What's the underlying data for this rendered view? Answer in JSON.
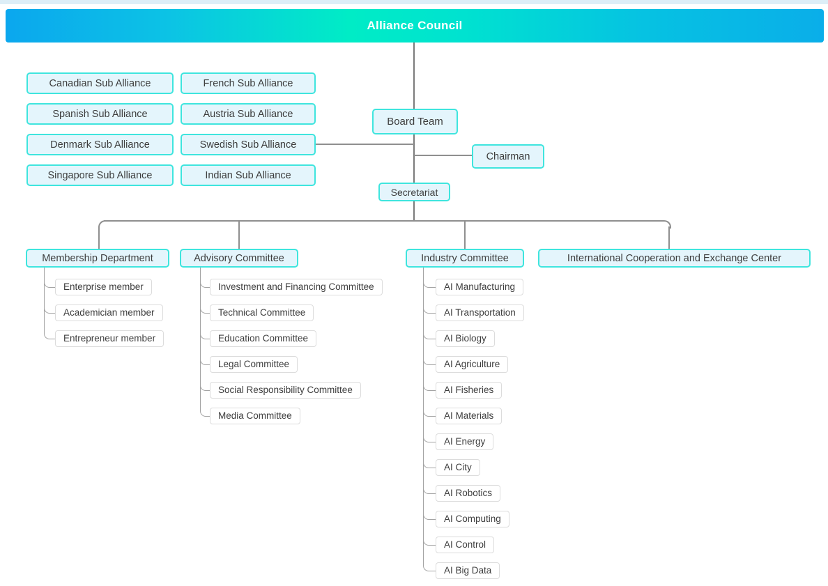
{
  "root": {
    "label": "Alliance Council"
  },
  "colors": {
    "banner_left": "#0ba7ee",
    "banner_mid": "#00ecc6",
    "banner_right": "#0aaee9",
    "topic_border": "#3fe5de",
    "topic_fill": "#e4f5fc",
    "leaf_border": "#dcdcdc",
    "connector_dark": "#7a7a7a",
    "connector_mid": "#8f8f8f",
    "connector_light": "#a3a3a3",
    "text": "#3d3d3d"
  },
  "sub_alliances": [
    "Canadian Sub Alliance",
    "French Sub Alliance",
    "Spanish Sub Alliance",
    "Austria Sub Alliance",
    "Denmark Sub Alliance",
    "Swedish Sub Alliance",
    "Singapore Sub Alliance",
    "Indian Sub Alliance"
  ],
  "board_team": {
    "label": "Board Team"
  },
  "chairman": {
    "label": "Chairman"
  },
  "secretariat": {
    "label": "Secretariat"
  },
  "departments": [
    {
      "label": "Membership Department",
      "children": [
        "Enterprise member",
        "Academician member",
        "Entrepreneur member"
      ]
    },
    {
      "label": "Advisory Committee",
      "children": [
        "Investment and Financing Committee",
        "Technical Committee",
        "Education Committee",
        "Legal Committee",
        "Social Responsibility Committee",
        "Media Committee"
      ]
    },
    {
      "label": "Industry Committee",
      "children": [
        "AI Manufacturing",
        "AI Transportation",
        "AI Biology",
        "AI Agriculture",
        "AI Fisheries",
        "AI Materials",
        "AI Energy",
        "AI City",
        "AI Robotics",
        "AI Computing",
        "AI Control",
        "AI Big Data"
      ]
    },
    {
      "label": "International Cooperation and Exchange Center",
      "children": []
    }
  ]
}
